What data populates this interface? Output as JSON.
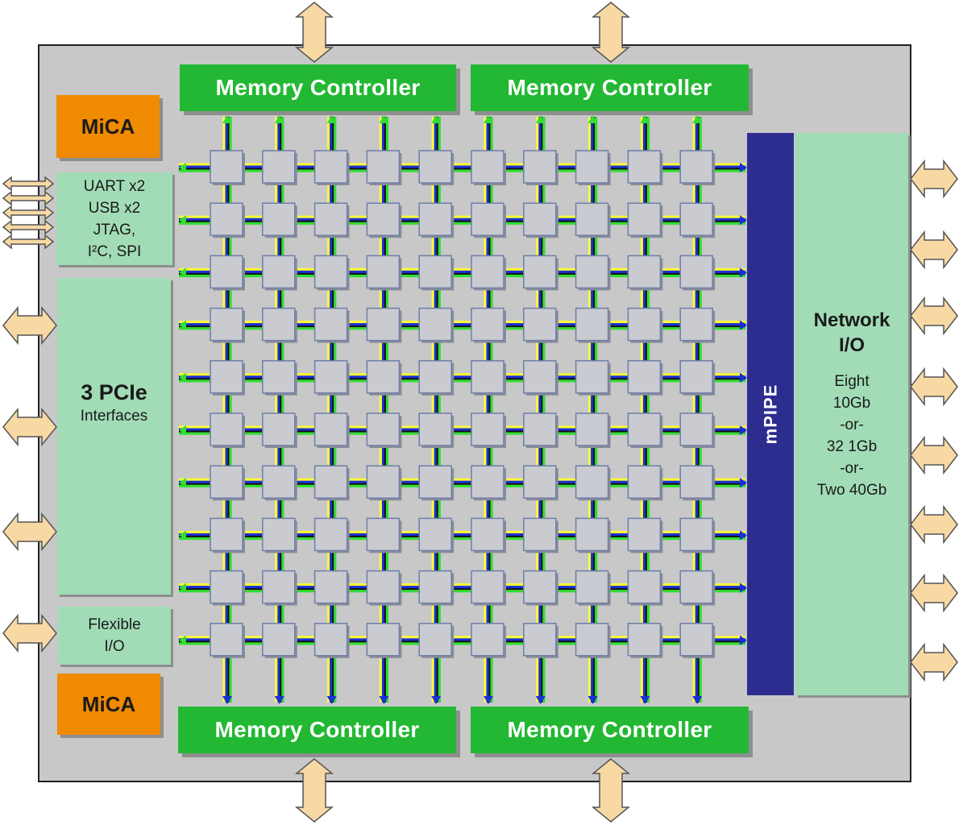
{
  "memory_controllers": {
    "top_left": "Memory Controller",
    "top_right": "Memory Controller",
    "bottom_left": "Memory Controller",
    "bottom_right": "Memory Controller"
  },
  "mica": {
    "top": "MiCA",
    "bottom": "MiCA"
  },
  "misc_io": {
    "line1": "UART x2",
    "line2": "USB x2",
    "line3": "JTAG,",
    "line4": "I²C, SPI"
  },
  "pcie": {
    "title": "3 PCIe",
    "subtitle": "Interfaces"
  },
  "flexible_io": {
    "line1": "Flexible",
    "line2": "I/O"
  },
  "mpipe": {
    "label": "mPIPE"
  },
  "network_io": {
    "title_line1": "Network",
    "title_line2": "I/O",
    "lines": [
      "Eight",
      "10Gb",
      "-or-",
      "32 1Gb",
      "-or-",
      "Two 40Gb"
    ]
  },
  "mesh": {
    "rows": 10,
    "cols": 10
  },
  "colors": {
    "chip": "#c8c8c8",
    "memory_controller": "#22b833",
    "mica": "#f08a00",
    "io_block": "#a2dcb7",
    "mpipe": "#2d2d8f",
    "tile": "#c9cbd1",
    "link_green": "#33dd33",
    "link_blue": "#1a2fd6",
    "link_yellow": "#ffff33",
    "arrow": "#f8d9a4"
  }
}
